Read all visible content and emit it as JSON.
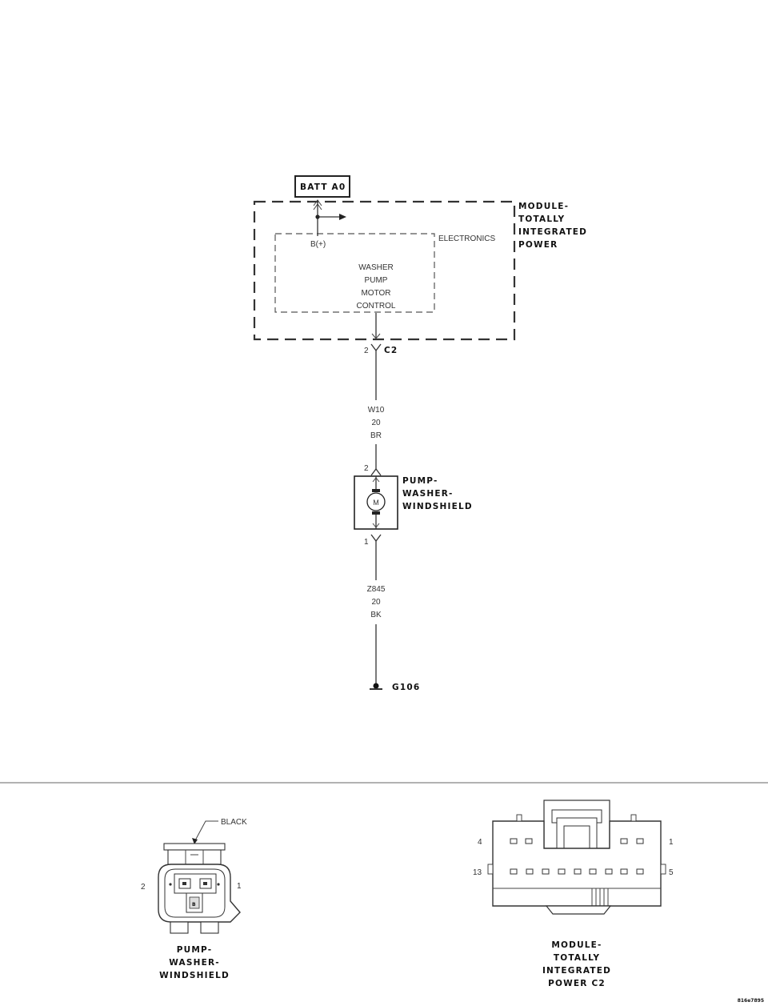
{
  "schematic": {
    "batt_label": "BATT A0",
    "module_name": [
      "MODULE-",
      "TOTALLY",
      "INTEGRATED",
      "POWER"
    ],
    "electronics_label": "ELECTRONICS",
    "bplus_label": "B(+)",
    "control_block": [
      "WASHER",
      "PUMP",
      "MOTOR",
      "CONTROL"
    ],
    "c2_pin": "2",
    "c2_label": "C2",
    "wire1": [
      "W10",
      "20",
      "BR"
    ],
    "pump_pin_top": "2",
    "pump_name": [
      "PUMP-",
      "WASHER-",
      "WINDSHIELD"
    ],
    "motor_symbol": "M",
    "pump_pin_bottom": "1",
    "wire2": [
      "Z845",
      "20",
      "BK"
    ],
    "ground_label": "G106"
  },
  "connectors": {
    "pump": {
      "color_label": "BLACK",
      "pin_left": "2",
      "pin_right": "1",
      "name": [
        "PUMP-",
        "WASHER-",
        "WINDSHIELD"
      ]
    },
    "module_c2": {
      "pin_top_left": "4",
      "pin_top_right": "1",
      "pin_mid_left": "13",
      "pin_mid_right": "5",
      "name": [
        "MODULE-",
        "TOTALLY",
        "INTEGRATED",
        "POWER C2"
      ]
    }
  },
  "figure_id": "816e7895"
}
